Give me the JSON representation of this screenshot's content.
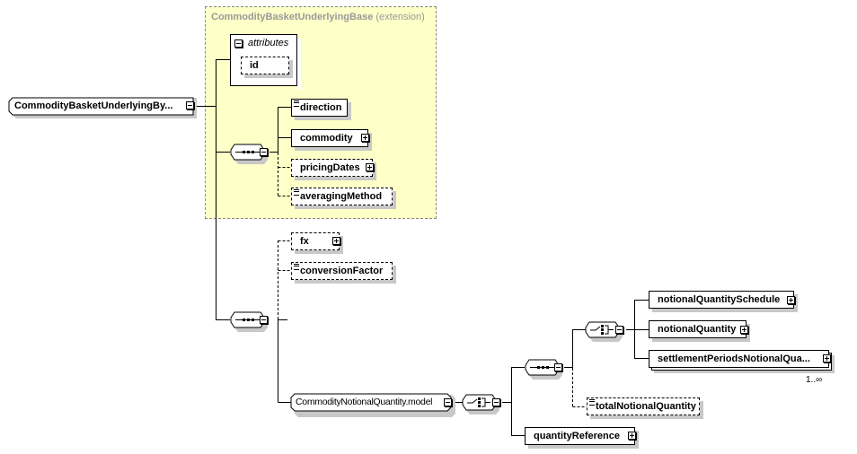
{
  "root": {
    "label": "CommodityBasketUnderlyingBy..."
  },
  "extension": {
    "title": "CommodityBasketUnderlyingBase",
    "suffix": "(extension)"
  },
  "attributes": {
    "label": "attributes",
    "items": [
      {
        "label": "id"
      }
    ]
  },
  "sequence1": {
    "items": [
      {
        "label": "direction",
        "optional": false,
        "expandable": false
      },
      {
        "label": "commodity",
        "optional": false,
        "expandable": true
      },
      {
        "label": "pricingDates",
        "optional": true,
        "expandable": true
      },
      {
        "label": "averagingMethod",
        "optional": true,
        "expandable": false
      }
    ]
  },
  "sequence2": {
    "items": [
      {
        "label": "fx",
        "optional": true,
        "expandable": true
      },
      {
        "label": "conversionFactor",
        "optional": true,
        "expandable": false
      }
    ]
  },
  "model_group": {
    "label": "CommodityNotionalQuantity.model"
  },
  "choice_children": [
    {
      "label": "notionalQuantitySchedule"
    },
    {
      "label": "notionalQuantity"
    },
    {
      "label": "settlementPeriodsNotionalQua...",
      "cardinality": "1..∞"
    }
  ],
  "total": {
    "label": "totalNotionalQuantity"
  },
  "quantity_reference": {
    "label": "quantityReference"
  }
}
